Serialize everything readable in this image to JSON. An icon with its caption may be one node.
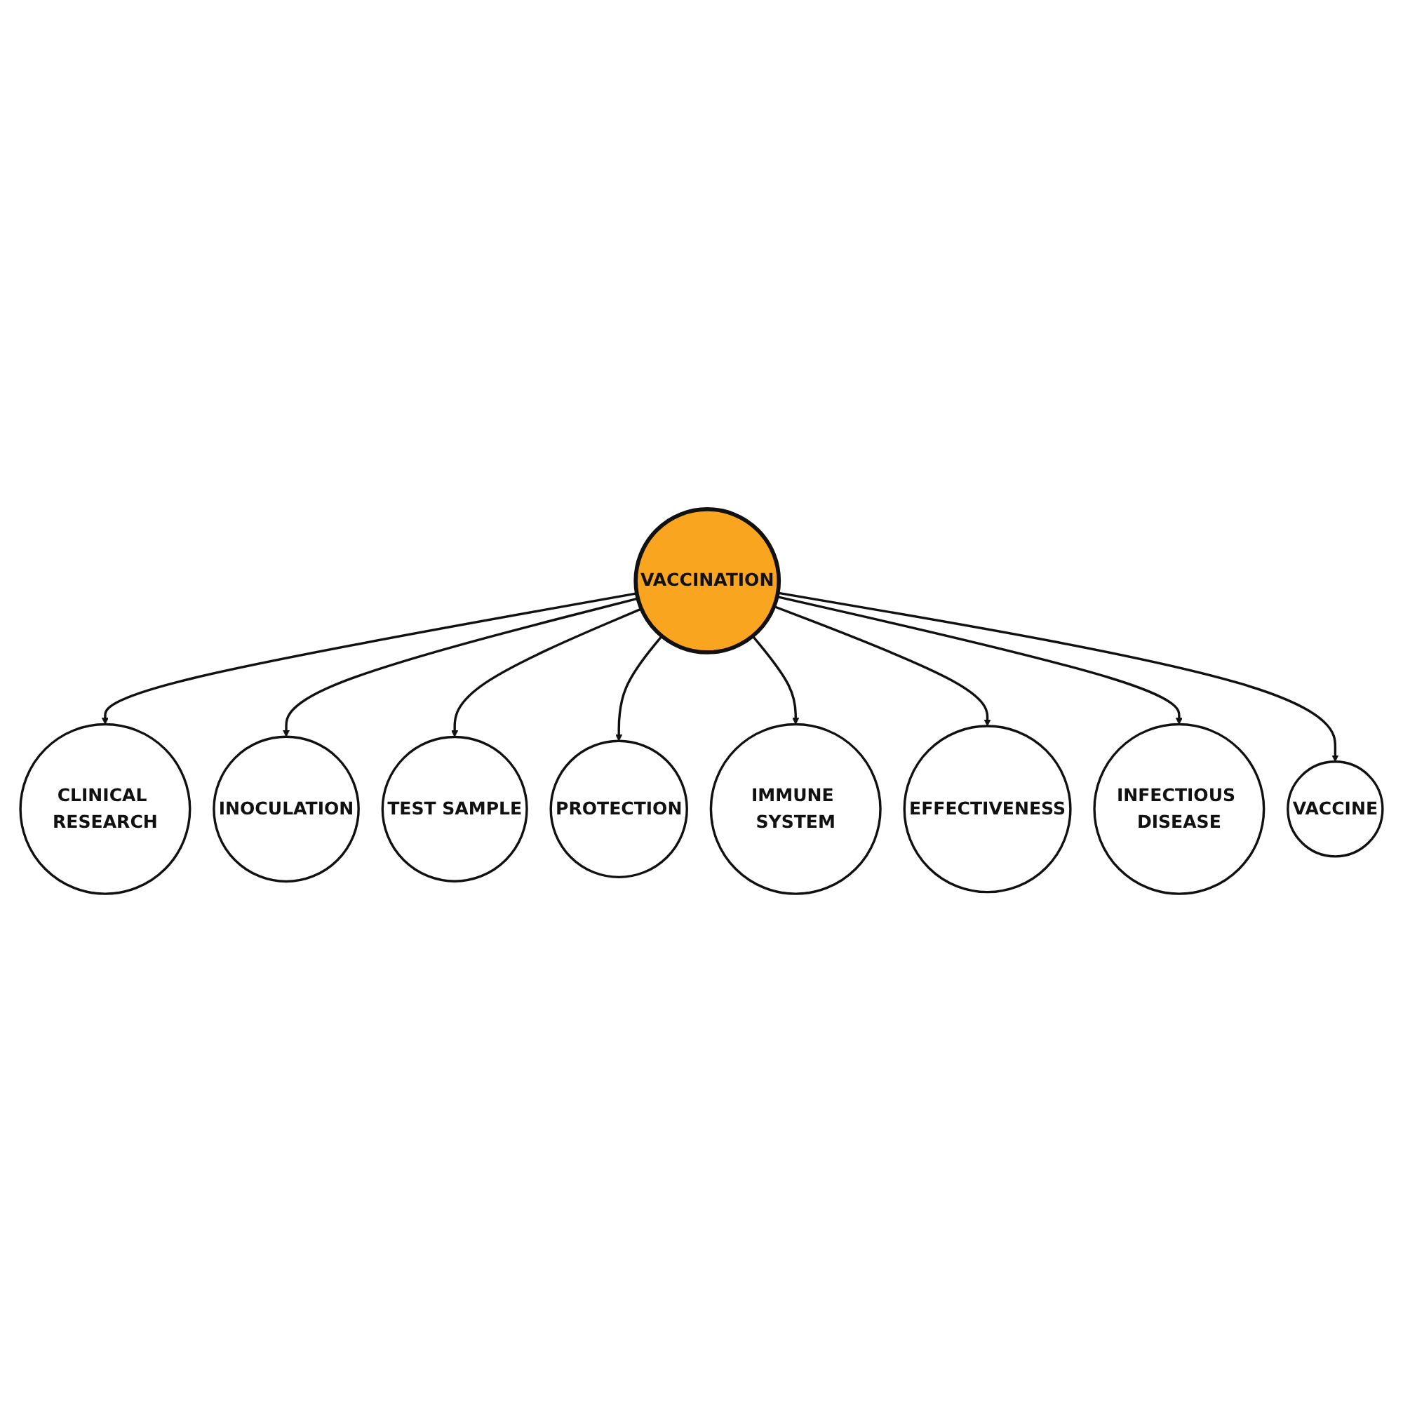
{
  "diagram": {
    "nodes": [
      {
        "text": [
          "VACCINATION"
        ]
      },
      {
        "text": [
          "CLINICAL RESEARCH"
        ]
      },
      {
        "text": [
          "INOCULATION"
        ]
      },
      {
        "text": [
          "TEST SAMPLE"
        ]
      },
      {
        "text": [
          "PROTECTION"
        ]
      },
      {
        "text": [
          "IMMUNE SYSTEM"
        ]
      },
      {
        "text": [
          "EFFECTIVENESS"
        ]
      },
      {
        "text": [
          "INFECTIOUS DISEASE"
        ]
      },
      {
        "text": [
          "VACCINE"
        ]
      }
    ],
    "edges": [
      {
        "from": 0,
        "to": 1,
        "arrow": "to"
      },
      {
        "from": 0,
        "to": 2,
        "arrow": "to"
      },
      {
        "from": 0,
        "to": 3,
        "arrow": "to"
      },
      {
        "from": 0,
        "to": 4,
        "arrow": "to"
      },
      {
        "from": 0,
        "to": 5,
        "arrow": "to"
      },
      {
        "from": 0,
        "to": 6,
        "arrow": "to"
      },
      {
        "from": 0,
        "to": 7,
        "arrow": "to"
      },
      {
        "from": 0,
        "to": 8,
        "arrow": "to"
      }
    ]
  }
}
